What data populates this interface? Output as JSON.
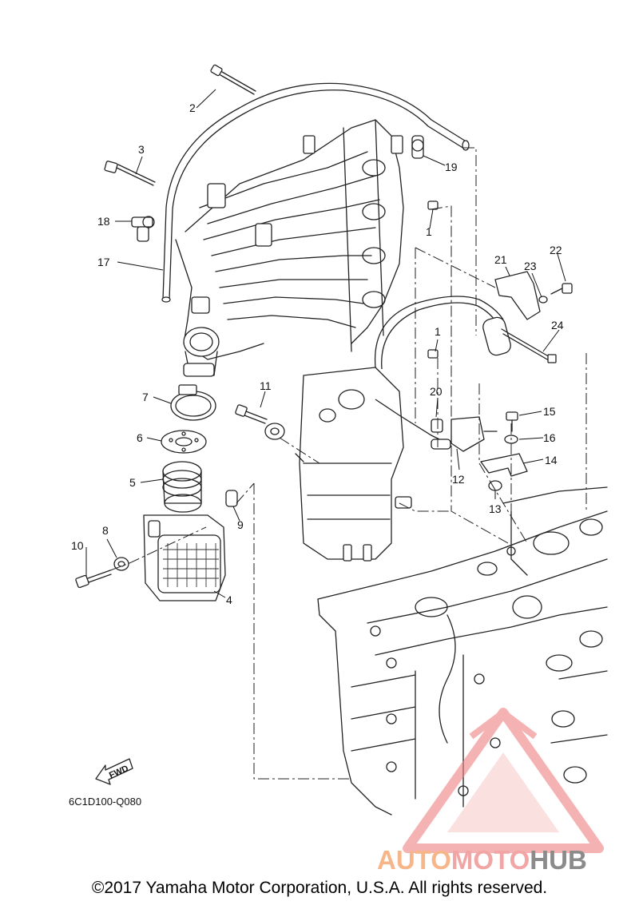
{
  "diagram": {
    "part_numbers": [
      "1",
      "1",
      "2",
      "3",
      "4",
      "5",
      "6",
      "7",
      "8",
      "9",
      "10",
      "11",
      "12",
      "13",
      "14",
      "15",
      "16",
      "17",
      "18",
      "19",
      "20",
      "21",
      "22",
      "23",
      "24"
    ],
    "labels": {
      "p1a": "1",
      "p1b": "1",
      "p2": "2",
      "p3": "3",
      "p4": "4",
      "p5": "5",
      "p6": "6",
      "p7": "7",
      "p8": "8",
      "p9": "9",
      "p10": "10",
      "p11": "11",
      "p12": "12",
      "p13": "13",
      "p14": "14",
      "p15": "15",
      "p16": "16",
      "p17": "17",
      "p18": "18",
      "p19": "19",
      "p20": "20",
      "p21": "21",
      "p22": "22",
      "p23": "23",
      "p24": "24"
    },
    "diagram_code": "6C1D100-Q080",
    "fwd_arrow_label": "FWD"
  },
  "footer": {
    "copyright": "©2017 Yamaha Motor Corporation, U.S.A. All rights reserved."
  },
  "watermark": {
    "text_part1": "AUTO",
    "text_part2": "MOTO",
    "text_part3": "HUB",
    "colors": {
      "auto": "#f7b58a",
      "moto": "#f2a5a5",
      "hub": "#8b8b8b",
      "triangle": "#f08080"
    }
  }
}
